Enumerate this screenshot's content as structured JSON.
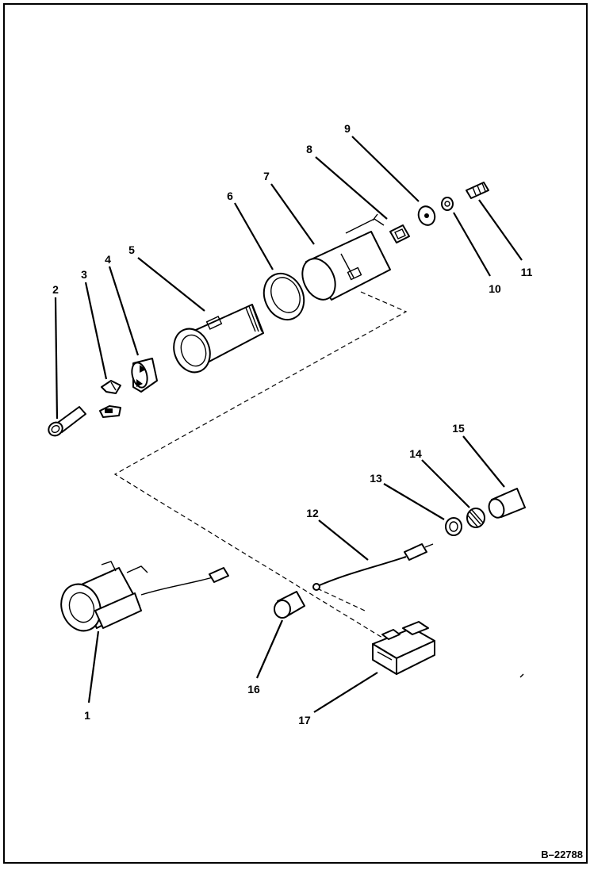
{
  "diagram": {
    "figure_id": "B–22788",
    "callouts": [
      {
        "n": "1",
        "text": "1"
      },
      {
        "n": "2",
        "text": "2"
      },
      {
        "n": "3",
        "text": "3"
      },
      {
        "n": "4",
        "text": "4"
      },
      {
        "n": "5",
        "text": "5"
      },
      {
        "n": "6",
        "text": "6"
      },
      {
        "n": "7",
        "text": "7"
      },
      {
        "n": "8",
        "text": "8"
      },
      {
        "n": "9",
        "text": "9"
      },
      {
        "n": "10",
        "text": "10"
      },
      {
        "n": "11",
        "text": "11"
      },
      {
        "n": "12",
        "text": "12"
      },
      {
        "n": "13",
        "text": "13"
      },
      {
        "n": "14",
        "text": "14"
      },
      {
        "n": "15",
        "text": "15"
      },
      {
        "n": "16",
        "text": "16"
      },
      {
        "n": "17",
        "text": "17"
      }
    ]
  }
}
